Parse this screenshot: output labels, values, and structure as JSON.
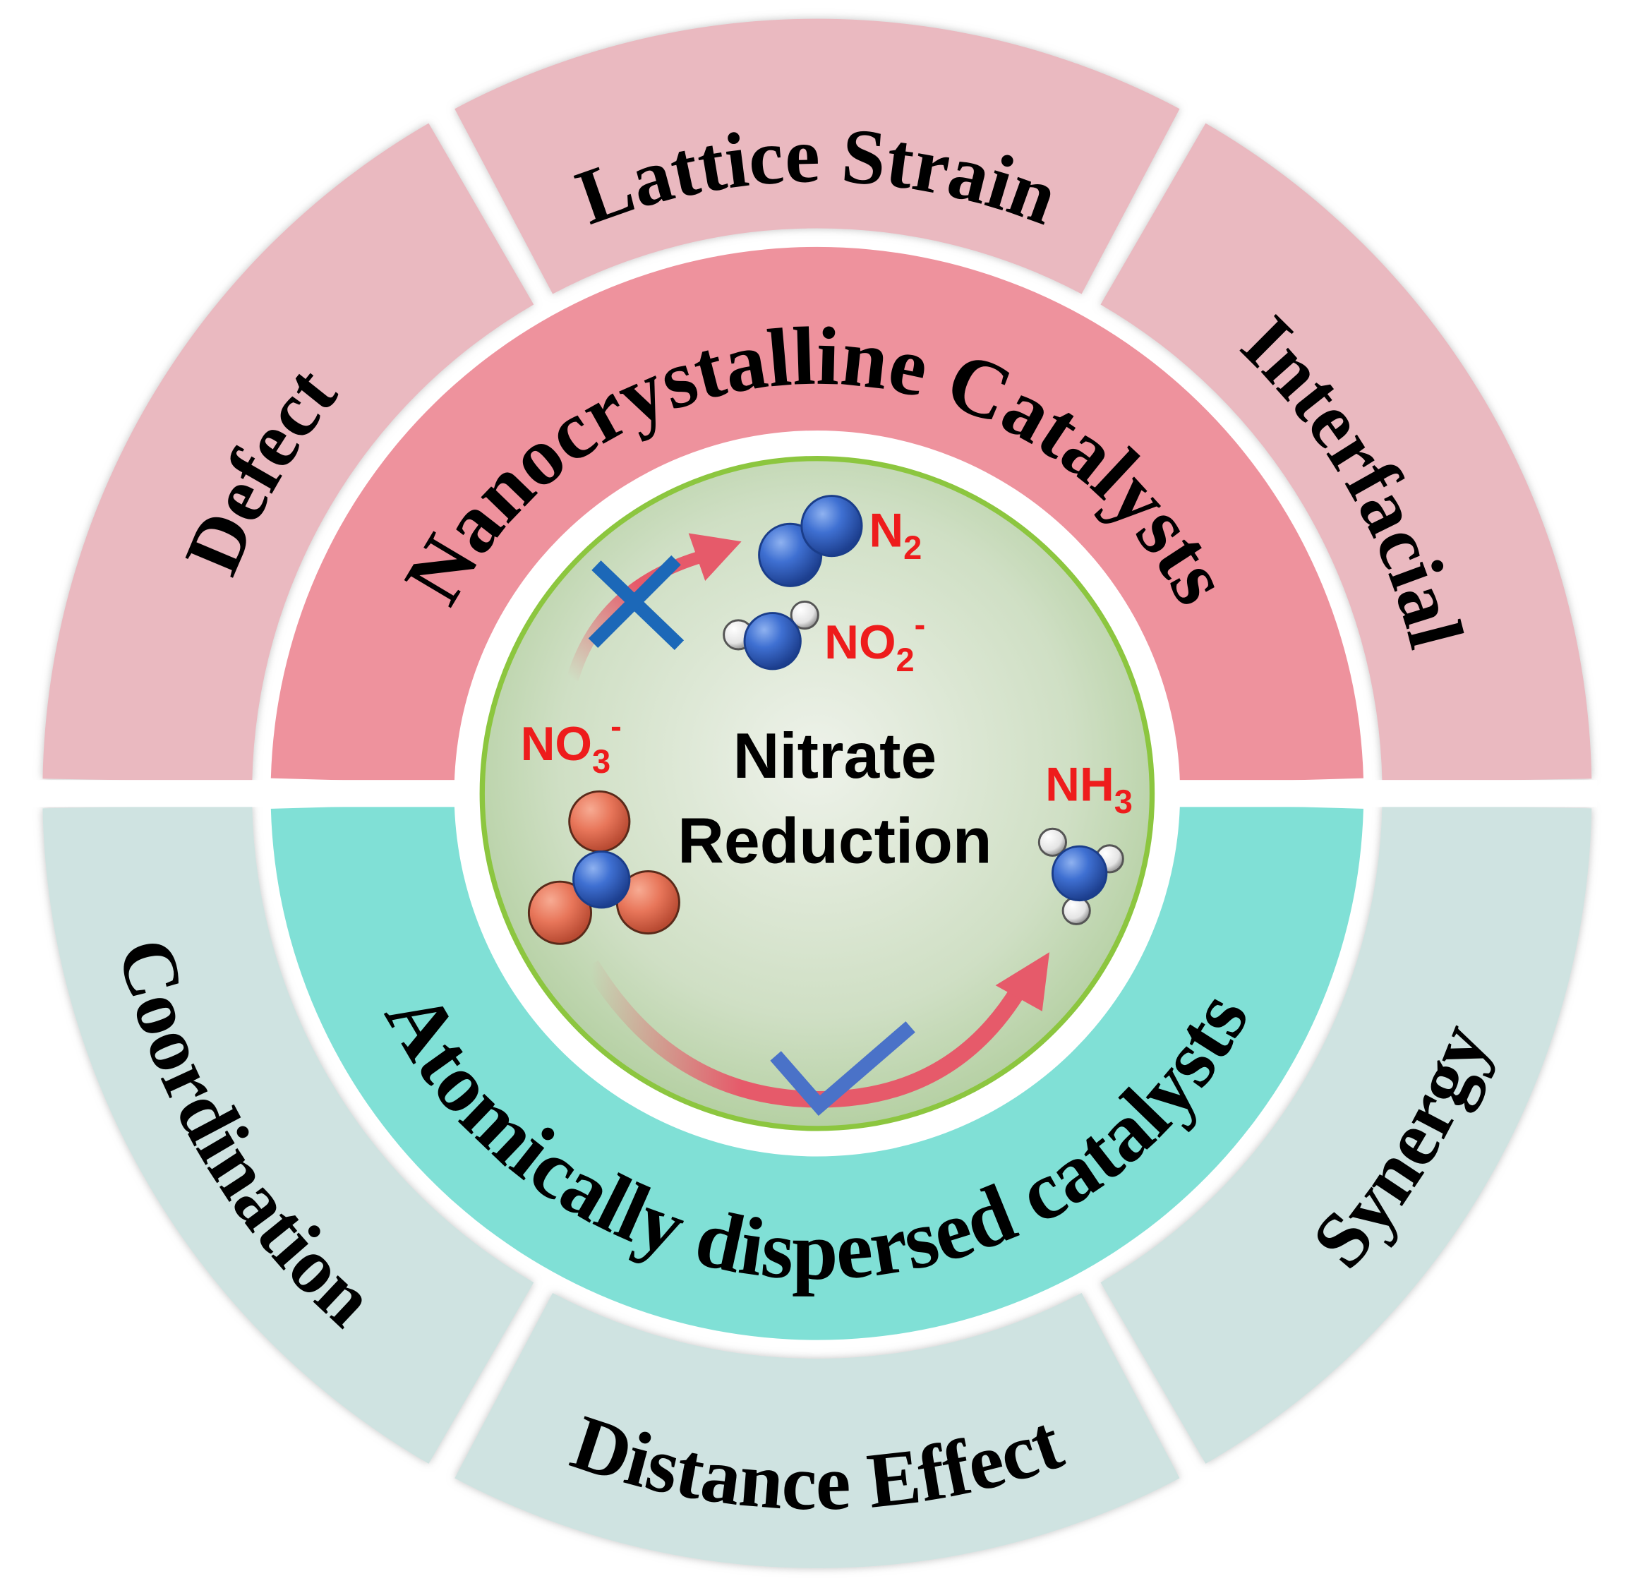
{
  "colors": {
    "top_outer": "#eab9c0",
    "top_middle": "#ee929d",
    "bottom_outer": "#cfe3e1",
    "bottom_middle": "#80e0d6",
    "center_edge": "#8cc63f",
    "label_red": "#ee1c1c",
    "nitrogen": "#3d6fd0",
    "oxygen": "#e8765a",
    "mark_blue": "#2f6fc6",
    "arrow_red": "#e65a6a"
  },
  "outer_ring": {
    "top": [
      "Defect",
      "Lattice Strain",
      "Interfacial"
    ],
    "bottom": [
      "Coordination",
      "Distance Effect",
      "Synergy"
    ]
  },
  "middle_ring": {
    "top": "Nanocrystalline Catalysts",
    "bottom": "Atomically dispersed catalysts"
  },
  "center": {
    "title_line1": "Nitrate",
    "title_line2": "Reduction",
    "species": {
      "n2": {
        "base": "N",
        "sub": "2",
        "sup": ""
      },
      "no2": {
        "base": "NO",
        "sub": "2",
        "sup": "-"
      },
      "no3": {
        "base": "NO",
        "sub": "3",
        "sup": "-"
      },
      "nh3": {
        "base": "NH",
        "sub": "3",
        "sup": ""
      }
    },
    "blocked_path_icon": "cross-icon",
    "preferred_path_icon": "checkmark-icon"
  }
}
